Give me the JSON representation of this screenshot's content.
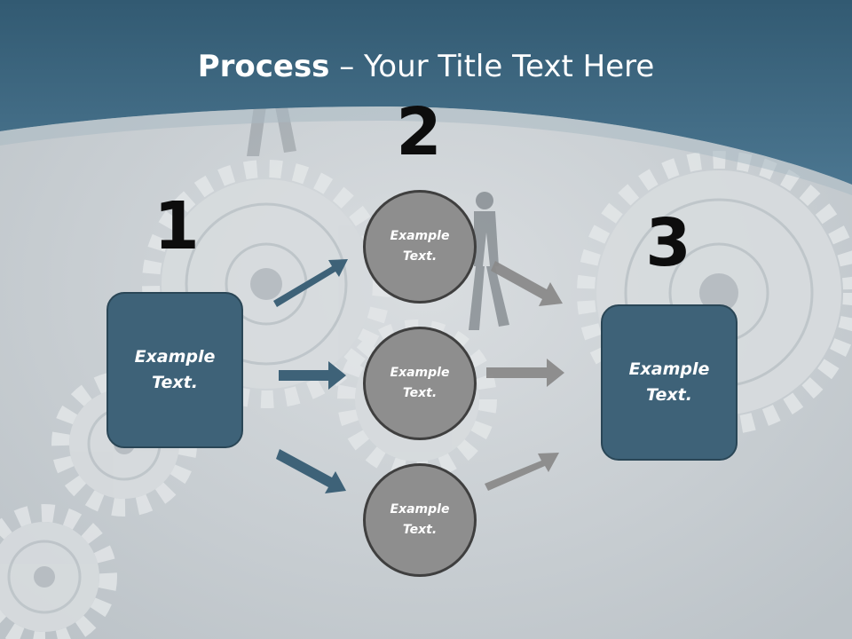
{
  "slide": {
    "title_bold": "Process",
    "title_rest": " – Your Title Text Here"
  },
  "steps": {
    "one": "1",
    "two": "2",
    "three": "3"
  },
  "boxes": {
    "left_text": "Example Text.",
    "right_text": "Example Text."
  },
  "circles": {
    "top_text": "Example Text.",
    "middle_text": "Example Text.",
    "bottom_text": "Example Text."
  },
  "colors": {
    "header_blue": "#3e6278",
    "box_fill": "#3e6278",
    "circle_fill": "#8e8e8e",
    "arrow_blue": "#3e6278",
    "arrow_gray": "#8a8a8a",
    "background": "#c9cfd3"
  }
}
